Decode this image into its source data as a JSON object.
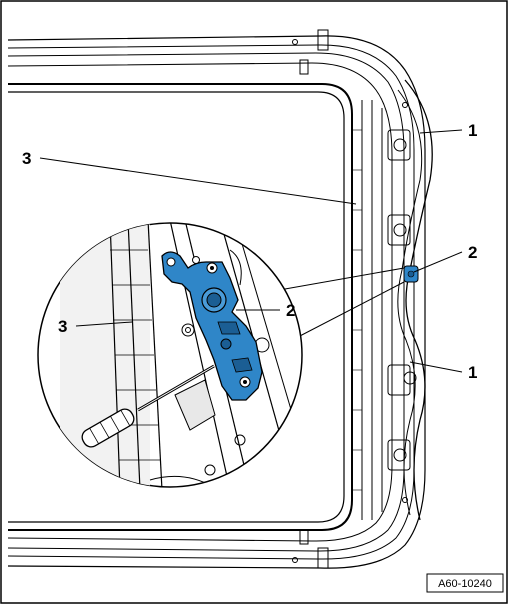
{
  "callouts": {
    "label_1_top": "1",
    "label_1_bottom": "1",
    "label_2_main": "2",
    "label_2_detail": "2",
    "label_3_main": "3",
    "label_3_detail": "3"
  },
  "figure_code": "A60-10240",
  "colors": {
    "highlight_part": "#2f86c8",
    "highlight_dark": "#1b5e94",
    "line": "#000000",
    "frame_fill": "#f4f4f4"
  }
}
